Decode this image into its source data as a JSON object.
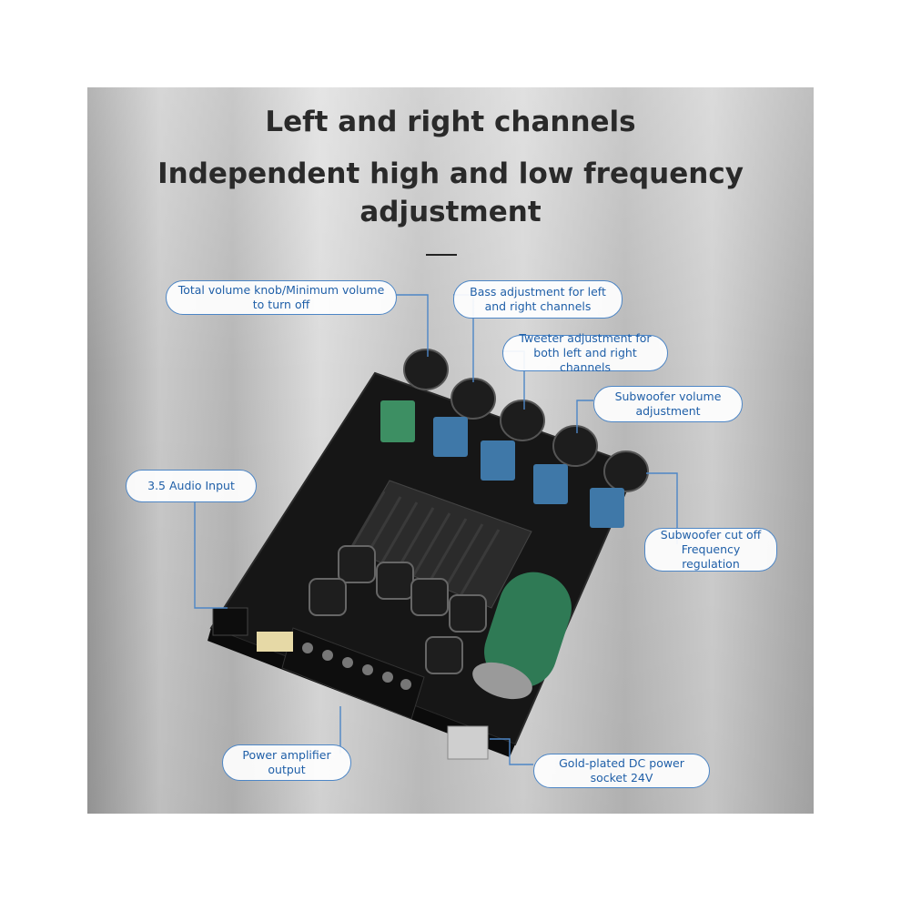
{
  "headline": {
    "line1": "Left and right channels",
    "line2": "Independent high and low frequency adjustment"
  },
  "callouts": {
    "total_volume": "Total volume knob/Minimum volume to turn off",
    "bass": "Bass adjustment for left and right channels",
    "tweeter": "Tweeter adjustment for both left and right channels",
    "subwoofer_volume": "Subwoofer volume adjustment",
    "audio_input": "3.5 Audio Input",
    "subwoofer_cutoff": "Subwoofer cut off Frequency regulation",
    "power_output": "Power amplifier output",
    "dc_socket": "Gold-plated DC power socket 24V"
  },
  "colors": {
    "callout_border": "#4d86c6",
    "callout_text": "#1f5fa8",
    "board": "#151515",
    "potentiometer": "#3f78a8",
    "capacitor": "#2f7a55"
  }
}
